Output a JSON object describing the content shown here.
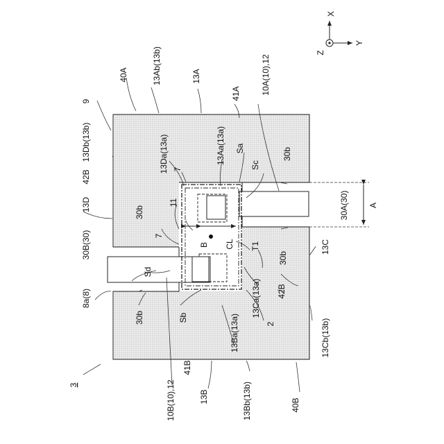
{
  "labels": {
    "axis_x": "X",
    "axis_y": "Y",
    "axis_z": "Z",
    "ref_40A": "40A",
    "ref_13Ab": "13Ab(13b)",
    "ref_13A": "13A",
    "ref_41A": "41A",
    "ref_10A": "10A(10),12",
    "ref_9": "9",
    "ref_13Db": "13Db(13b)",
    "ref_13Da": "13Da(13a)",
    "ref_13Aa": "13Aa(13a)",
    "ref_Sa": "Sa",
    "ref_Sc": "Sc",
    "ref_30b_1": "30b",
    "ref_7a": "7",
    "ref_7b": "7",
    "ref_42B_top": "42B",
    "ref_13D": "13D",
    "ref_30b_2": "30b",
    "ref_11": "11",
    "ref_A": "A",
    "ref_30A": "30A(30)",
    "ref_30B": "30B(30)",
    "ref_B": "B",
    "ref_CL": "CL",
    "ref_T1": "T1",
    "ref_30b_3": "30b",
    "ref_13C": "13C",
    "ref_Sd": "Sd",
    "ref_8a": "8a(8)",
    "ref_13Ca": "13Ca(13a)",
    "ref_42B_bottom": "42B",
    "ref_30b_4": "30b",
    "ref_Sb": "Sb",
    "ref_2": "2",
    "ref_13Cb": "13Cb(13b)",
    "ref_13Ba": "13Ba(13a)",
    "ref_41B": "41B",
    "ref_3": "3",
    "ref_10B": "10B(10),12",
    "ref_13B": "13B",
    "ref_13Bb": "13Bb(13b)",
    "ref_40B": "40B"
  },
  "colors": {
    "stroke": "#222222",
    "fill_dotted": "#d9d9d9",
    "background": "#ffffff"
  }
}
